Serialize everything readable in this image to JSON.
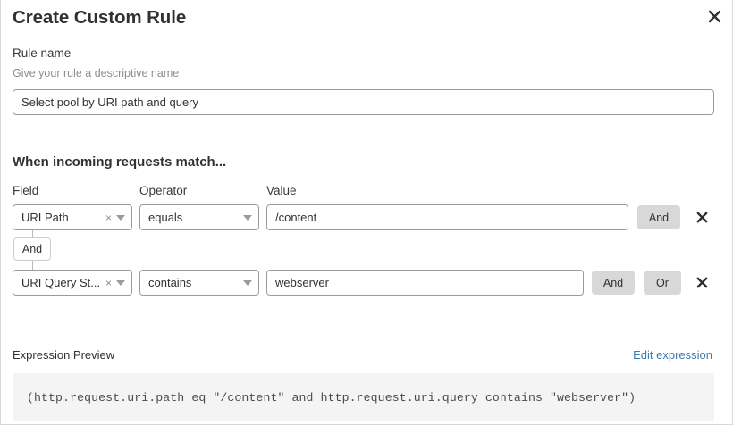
{
  "dialog": {
    "title": "Create Custom Rule",
    "close_icon": "close-icon"
  },
  "rule_name": {
    "label": "Rule name",
    "sublabel": "Give your rule a descriptive name",
    "value": "Select pool by URI path and query",
    "placeholder": ""
  },
  "conditions": {
    "heading": "When incoming requests match...",
    "columns": {
      "field": "Field",
      "operator": "Operator",
      "value": "Value"
    },
    "connector": "And",
    "rows": [
      {
        "field": "URI Path",
        "operator": "equals",
        "value": "/content",
        "clear_icon": "close-small-icon",
        "caret_icon": "chevron-down-icon",
        "and_label": "And",
        "or_label": null,
        "delete_icon": "close-icon"
      },
      {
        "field": "URI Query St...",
        "operator": "contains",
        "value": "webserver",
        "clear_icon": "close-small-icon",
        "caret_icon": "chevron-down-icon",
        "and_label": "And",
        "or_label": "Or",
        "delete_icon": "close-icon"
      }
    ]
  },
  "expression_preview": {
    "label": "Expression Preview",
    "edit_link": "Edit expression",
    "code": "(http.request.uri.path eq \"/content\" and http.request.uri.query contains \"webserver\")"
  },
  "colors": {
    "link": "#3a7bb5",
    "button_bg": "#d8d8d8",
    "preview_bg": "#f4f4f4",
    "border": "#9b9b9b"
  }
}
